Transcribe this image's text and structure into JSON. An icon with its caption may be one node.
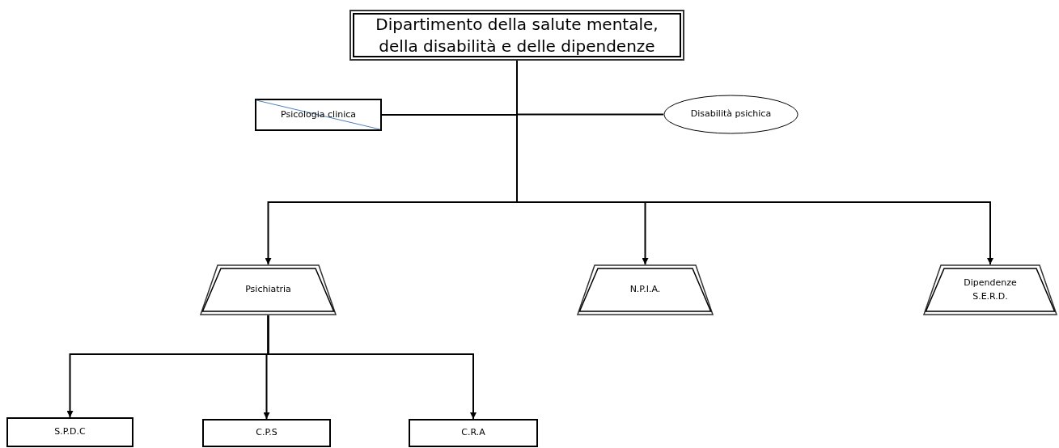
{
  "diagram": {
    "nodes": [
      {
        "text": [
          "Dipartimento della salute mentale, della disabilità e delle dipendenze"
        ]
      },
      {
        "text": [
          "Psicologia clinica"
        ]
      },
      {
        "text": [
          "Disabilità psichica"
        ]
      },
      {
        "text": [
          "Psichiatria"
        ]
      },
      {
        "text": [
          "N.P.I.A."
        ]
      },
      {
        "text": [
          "Dipendenze S.E.R.D."
        ]
      },
      {
        "text": [
          "S.P.D.C"
        ]
      },
      {
        "text": [
          "C.P.S"
        ]
      },
      {
        "text": [
          "C.R.A"
        ]
      }
    ],
    "edges": [
      {
        "from": 0,
        "to": 1,
        "arrow": "none"
      },
      {
        "from": 0,
        "to": 2,
        "arrow": "none"
      },
      {
        "from": 0,
        "to": 3,
        "arrow": "to"
      },
      {
        "from": 0,
        "to": 4,
        "arrow": "to"
      },
      {
        "from": 0,
        "to": 5,
        "arrow": "to"
      },
      {
        "from": 3,
        "to": 6,
        "arrow": "to"
      },
      {
        "from": 3,
        "to": 7,
        "arrow": "to"
      },
      {
        "from": 3,
        "to": 8,
        "arrow": "to"
      }
    ]
  }
}
